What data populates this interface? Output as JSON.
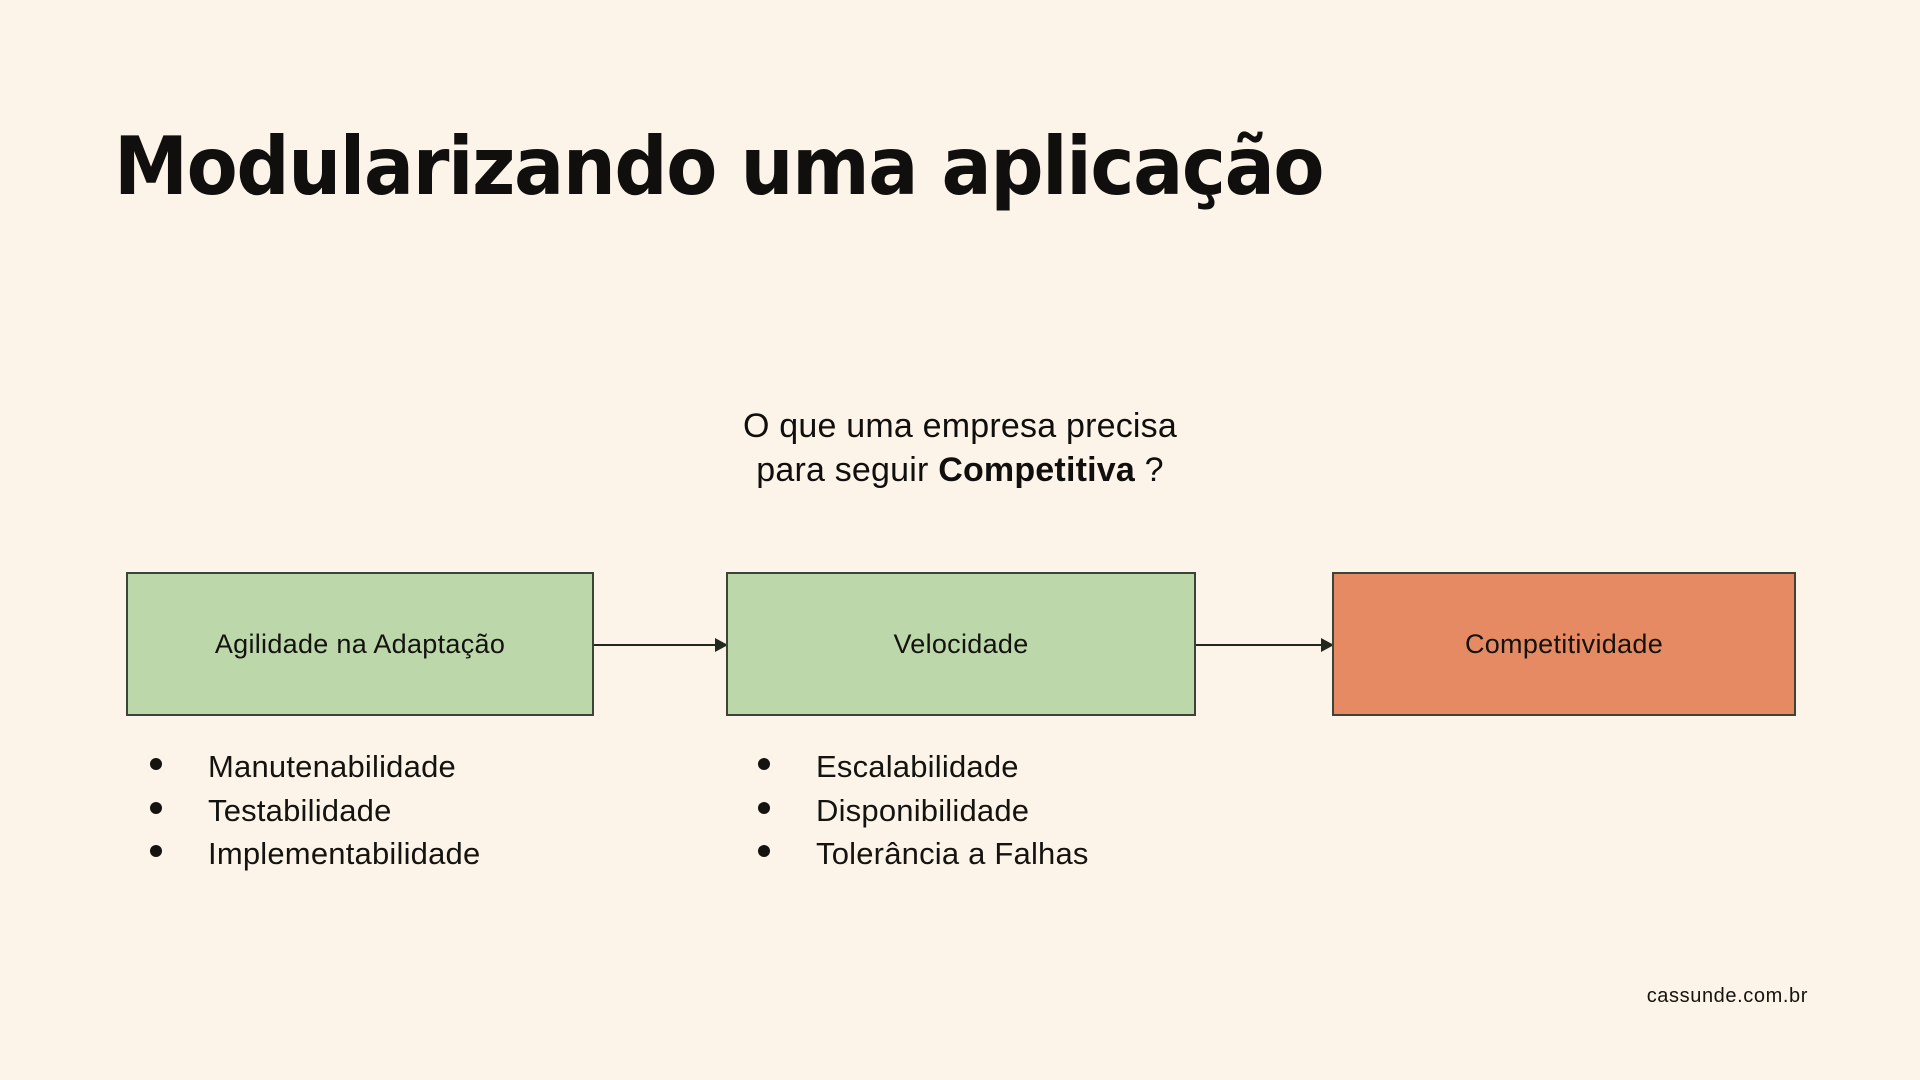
{
  "slide": {
    "title": "Modularizando uma aplicação",
    "background_color": "#fdf4e9",
    "text_color": "#14130f"
  },
  "question": {
    "line1": "O que uma empresa precisa",
    "line2_prefix": "para seguir ",
    "line2_strong": "Competitiva",
    "line2_suffix": " ?"
  },
  "flow": {
    "boxes": [
      {
        "label": "Agilidade na Adaptação",
        "fill": "#bcd8ab",
        "border": "#3c4437"
      },
      {
        "label": "Velocidade",
        "fill": "#bcd8ab",
        "border": "#3c4437"
      },
      {
        "label": "Competitividade",
        "fill": "#e68a63",
        "border": "#3c4437"
      }
    ],
    "arrows": [
      {
        "from": "Agilidade na Adaptação",
        "to": "Velocidade",
        "color": "#23281f"
      },
      {
        "from": "Velocidade",
        "to": "Competitividade",
        "color": "#23281f"
      }
    ]
  },
  "lists": [
    {
      "for_box": "Agilidade na Adaptação",
      "items": [
        "Manutenabilidade",
        "Testabilidade",
        "Implementabilidade"
      ]
    },
    {
      "for_box": "Velocidade",
      "items": [
        "Escalabilidade",
        "Disponibilidade",
        "Tolerância a Falhas"
      ]
    }
  ],
  "footer": {
    "text": "cassunde.com.br"
  }
}
